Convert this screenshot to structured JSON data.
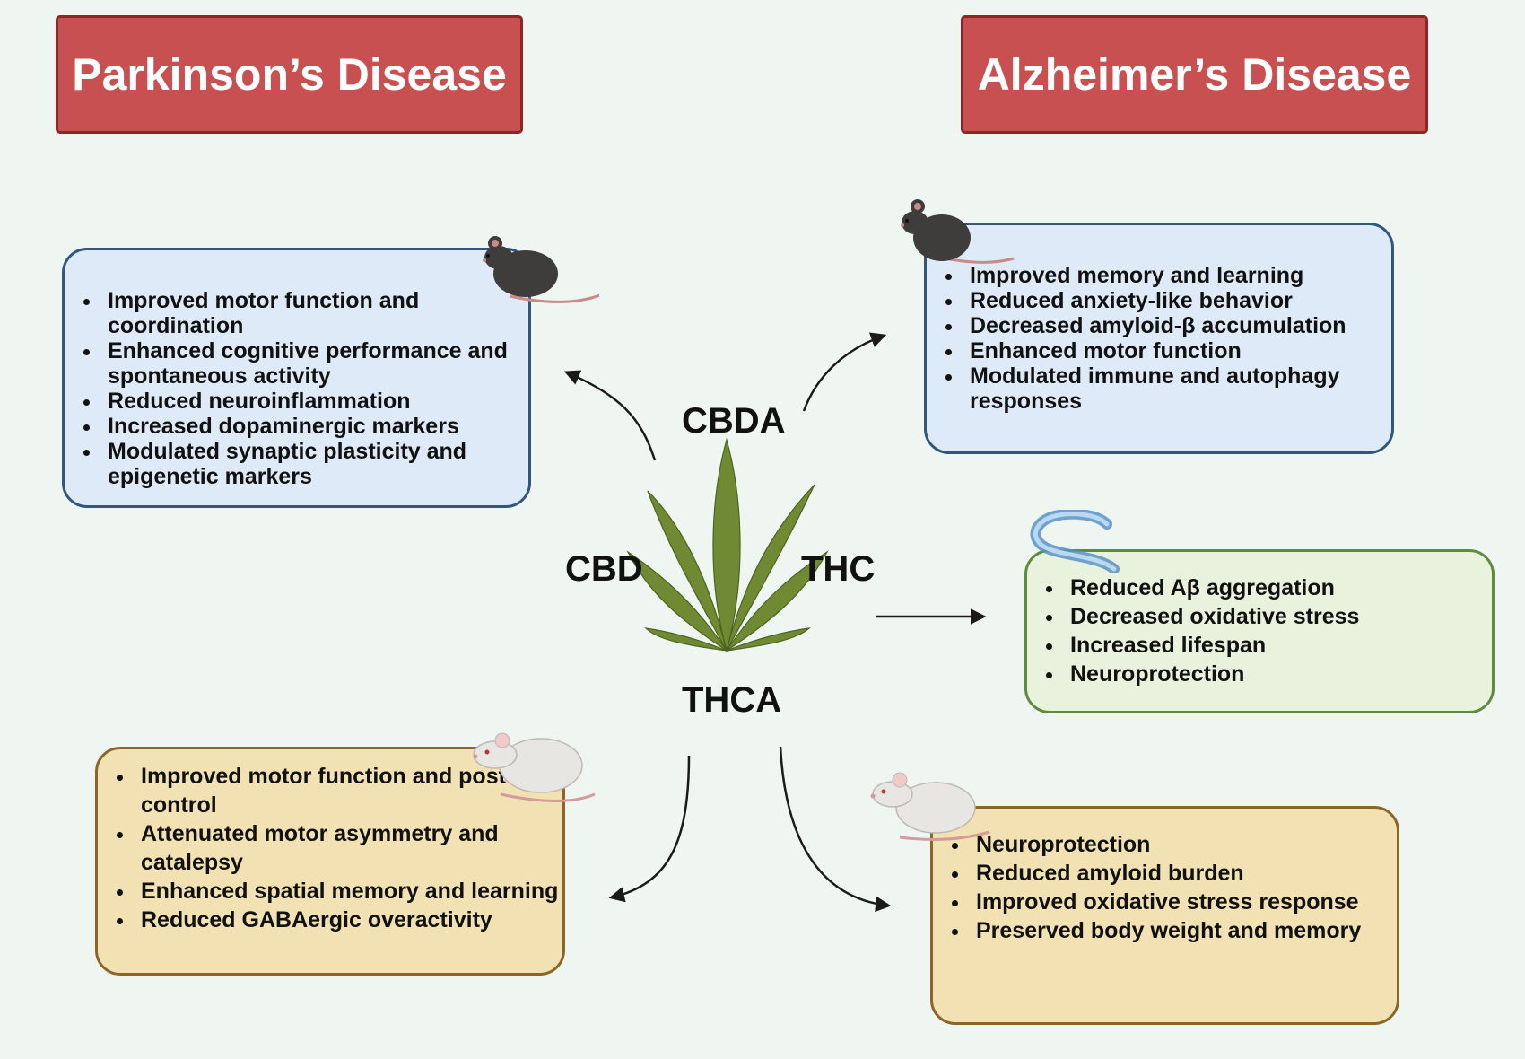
{
  "headers": {
    "parkinsons": "Parkinson’s Disease",
    "alzheimers": "Alzheimer’s Disease"
  },
  "compounds": {
    "cbda": "CBDA",
    "cbd": "CBD",
    "thc": "THC",
    "thca": "THCA"
  },
  "boxes": {
    "pd_mouse": {
      "items": [
        "Improved motor function and coordination",
        "Enhanced cognitive performance and spontaneous activity",
        "Reduced neuroinflammation",
        "Increased dopaminergic markers",
        "Modulated synaptic plasticity and epigenetic markers"
      ]
    },
    "ad_mouse": {
      "items": [
        "Improved memory and learning",
        "Reduced anxiety-like behavior",
        "Decreased amyloid-β accumulation",
        "Enhanced motor function",
        "Modulated immune and autophagy responses"
      ]
    },
    "ad_worm": {
      "items": [
        "Reduced Aβ aggregation",
        "Decreased oxidative stress",
        "Increased lifespan",
        "Neuroprotection"
      ]
    },
    "pd_rat": {
      "items": [
        "Improved motor function and postural control",
        "Attenuated motor asymmetry and catalepsy",
        "Enhanced spatial memory and learning",
        "Reduced GABAergic overactivity"
      ]
    },
    "ad_rat": {
      "items": [
        "Neuroprotection",
        "Reduced amyloid burden",
        "Improved oxidative stress response",
        "Preserved body weight and memory"
      ]
    }
  },
  "icons": {
    "leaf": "cannabis-leaf-icon",
    "mouse": "mouse-icon",
    "rat": "rat-icon",
    "worm": "worm-icon"
  },
  "colors": {
    "header_bg": "#c85050",
    "blue_box": "#deeaf8",
    "green_box": "#e8f2dc",
    "tan_box": "#f2e1b2",
    "leaf": "#6f8a33"
  }
}
